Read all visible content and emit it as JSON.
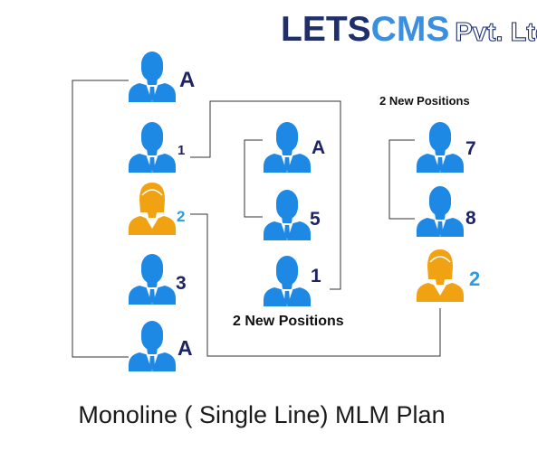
{
  "logo": {
    "part1": "LETS",
    "part2": "CMS",
    "part3": "Pvt. Ltd.",
    "color_dark": "#1e2f6b",
    "color_light": "#3b8fe0"
  },
  "colors": {
    "male": "#1e88e5",
    "female": "#f0a212",
    "label_dark": "#1e2466",
    "label_light": "#2e9be0",
    "line": "#333333"
  },
  "columns": {
    "col1": {
      "nodes": [
        {
          "label": "A",
          "type": "male-avatar"
        },
        {
          "label": "1",
          "type": "male-avatar"
        },
        {
          "label": "2",
          "type": "female-avatar"
        },
        {
          "label": "3",
          "type": "male-avatar"
        },
        {
          "label": "A",
          "type": "male-avatar"
        }
      ]
    },
    "col2": {
      "nodes": [
        {
          "label": "A",
          "type": "male-avatar"
        },
        {
          "label": "5",
          "type": "male-avatar"
        },
        {
          "label": "1",
          "type": "male-avatar"
        }
      ],
      "caption": "2 New Positions"
    },
    "col3": {
      "caption": "2 New Positions",
      "nodes": [
        {
          "label": "7",
          "type": "male-avatar"
        },
        {
          "label": "8",
          "type": "male-avatar"
        },
        {
          "label": "2",
          "type": "female-avatar"
        }
      ]
    }
  },
  "title": "Monoline ( Single Line) MLM Plan"
}
